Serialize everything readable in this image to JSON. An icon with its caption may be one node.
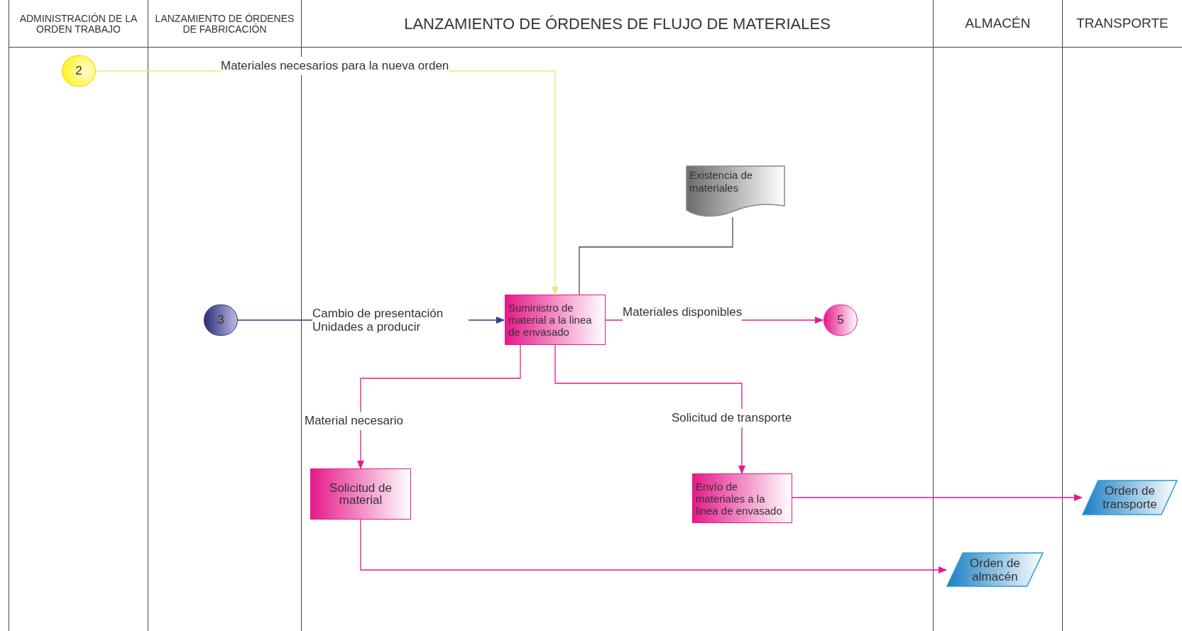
{
  "diagram": {
    "nodes": [
      {
        "text": [
          "ADMINISTRACIÓN DE LA ORDEN TRABAJO"
        ]
      },
      {
        "text": [
          "LANZAMIENTO DE ÓRDENES DE FABRICACIÓN"
        ]
      },
      {
        "text": [
          "LANZAMIENTO DE ÓRDENES DE FLUJO DE MATERIALES"
        ]
      },
      {
        "text": [
          "ALMACÉN"
        ]
      },
      {
        "text": [
          "TRANSPORTE"
        ]
      },
      {
        "text": [
          "2"
        ],
        "in": 0
      },
      {
        "text": [
          "3"
        ],
        "in": 1
      },
      {
        "text": [
          "Existencia de materiales"
        ],
        "in": 2
      },
      {
        "text": [
          "Suministro de material a la linea de envasado"
        ],
        "in": 2
      },
      {
        "text": [
          "5"
        ],
        "in": 2
      },
      {
        "text": [
          "Solicitud de material"
        ],
        "in": 2
      },
      {
        "text": [
          "Envío de materiales a la linea de envasado"
        ],
        "in": 2
      },
      {
        "text": [
          "Orden de almacén"
        ],
        "in": 3
      },
      {
        "text": [
          "Orden de transporte"
        ],
        "in": 4
      }
    ],
    "edges": [
      {
        "from": 5,
        "to": 8,
        "arrow": "to",
        "label": "Materiales necesarios para la nueva orden",
        "color": "#e8e87a"
      },
      {
        "from": 6,
        "to": 8,
        "arrow": "to",
        "label": "Cambio de presentación Unidades a producir",
        "color": "#343a86"
      },
      {
        "from": 7,
        "to": 8,
        "arrow": "none",
        "color": "#4a4a4a"
      },
      {
        "from": 8,
        "to": 9,
        "arrow": "to",
        "label": "Materiales disponibles"
      },
      {
        "from": 8,
        "to": 10,
        "arrow": "to",
        "label": "Material necesario"
      },
      {
        "from": 8,
        "to": 11,
        "arrow": "to",
        "label": "Solicitud de transporte"
      },
      {
        "from": 11,
        "to": 13,
        "arrow": "to"
      },
      {
        "from": 10,
        "to": 12,
        "arrow": "to"
      }
    ]
  }
}
